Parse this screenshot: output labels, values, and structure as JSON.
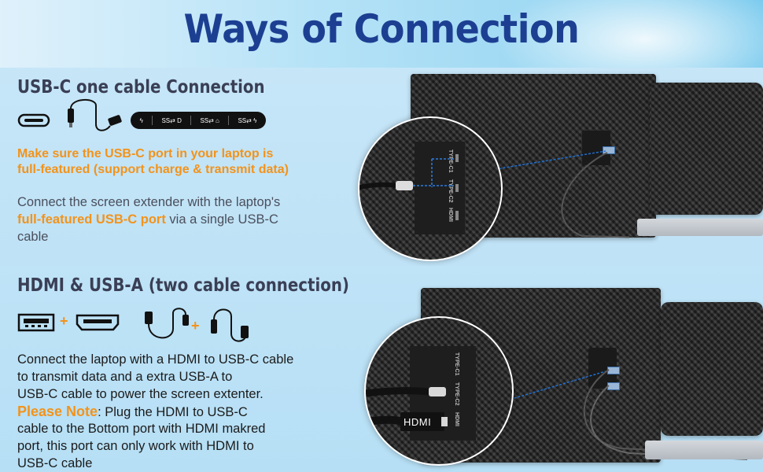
{
  "title": "Ways of Connection",
  "section1": {
    "heading": "USB-C one cable Connection",
    "warning_line1": "Make sure the USB-C port in your laptop is",
    "warning_line2": "full-featured (support charge & transmit data)",
    "desc_prefix": "Connect the screen extender with the laptop's",
    "desc_highlight": "full-featured USB-C port",
    "desc_suffix": " via a single USB-C",
    "desc_end": "cable",
    "pill_items": [
      "SS⇄ D",
      "SS⇄ ⌂",
      "SS⇄ ϟ"
    ],
    "port_labels": [
      "TYPE-C1",
      "TYPE-C2",
      "HDMI"
    ]
  },
  "section2": {
    "heading": "HDMI & USB-A (two cable connection)",
    "desc_lines": [
      "Connect the laptop with a HDMI to USB-C cable",
      "to transmit data and a extra USB-A to",
      "USB-C cable to power the screen extenter."
    ],
    "note_label": "Please Note",
    "note_first": ": Plug the HDMI to USB-C",
    "note_lines": [
      "cable to the Bottom port with HDMI makred",
      "port, this port can only work with HDMI to",
      "USB-C cable"
    ],
    "plus": "+",
    "hdmi_tag": "HDMI",
    "port_labels": [
      "TYPE-C1",
      "TYPE-C2",
      "HDMI"
    ]
  },
  "colors": {
    "title": "#1d3f92",
    "accent": "#f2931b",
    "heading": "#3a3f55"
  }
}
